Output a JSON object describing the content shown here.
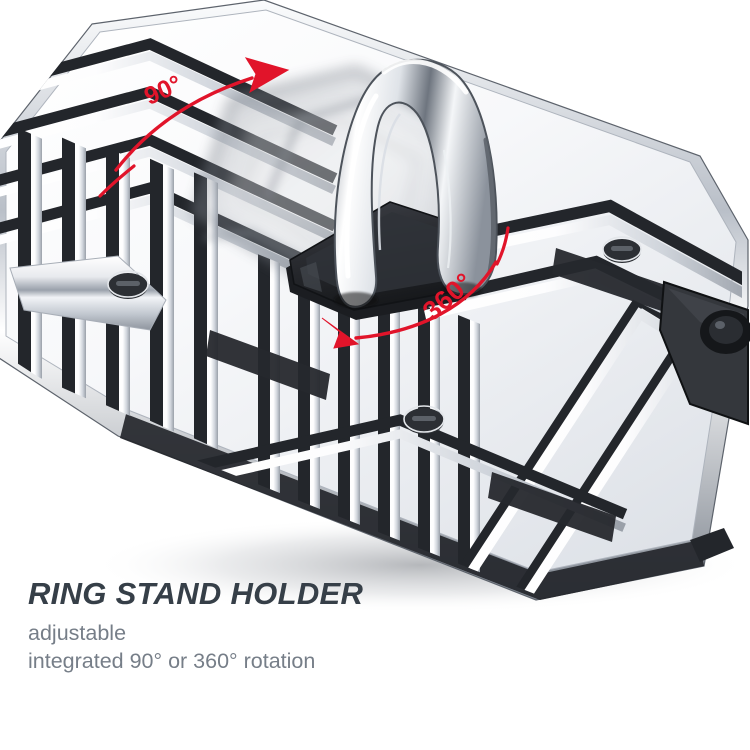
{
  "image": {
    "kind": "product-marketing-photo",
    "subject": "armored phone case with ring stand holder",
    "background_color": "#ffffff"
  },
  "caption": {
    "title": "RING STAND HOLDER",
    "title_color": "#363f48",
    "subtitle_color": "#767e88",
    "lines": [
      "adjustable",
      "integrated 90° or 360° rotation"
    ]
  },
  "annotations": {
    "color": "#e1142a",
    "items": [
      {
        "name": "rotation-90",
        "label": "90°",
        "arrow": "curved-arrow-up-right",
        "meaning": "ring flips up 90 degrees to act as a kickstand"
      },
      {
        "name": "rotation-360",
        "label": "360°",
        "arrow": "curved-arrow-up-left",
        "meaning": "ring base swivels a full 360 degrees"
      }
    ]
  },
  "product": {
    "case": {
      "finish": "chrome-silver",
      "pattern": "chevron ribbed armor fins",
      "body_color": "#f4f5f7",
      "rib_light": "#ffffff",
      "rib_shadow": "#23262b",
      "rim_color": "#c9ced6",
      "accent_black": "#2b2e33"
    },
    "ring_stand": {
      "ring_finish": "polished-chrome",
      "base_color": "#2e3035",
      "state": "raised",
      "ghost_state": "folded-flat",
      "ghost_label": "motion-blur ghost of folded ring"
    },
    "camera_module": {
      "color": "#32353a",
      "lenses": 1
    },
    "screws": 3
  }
}
